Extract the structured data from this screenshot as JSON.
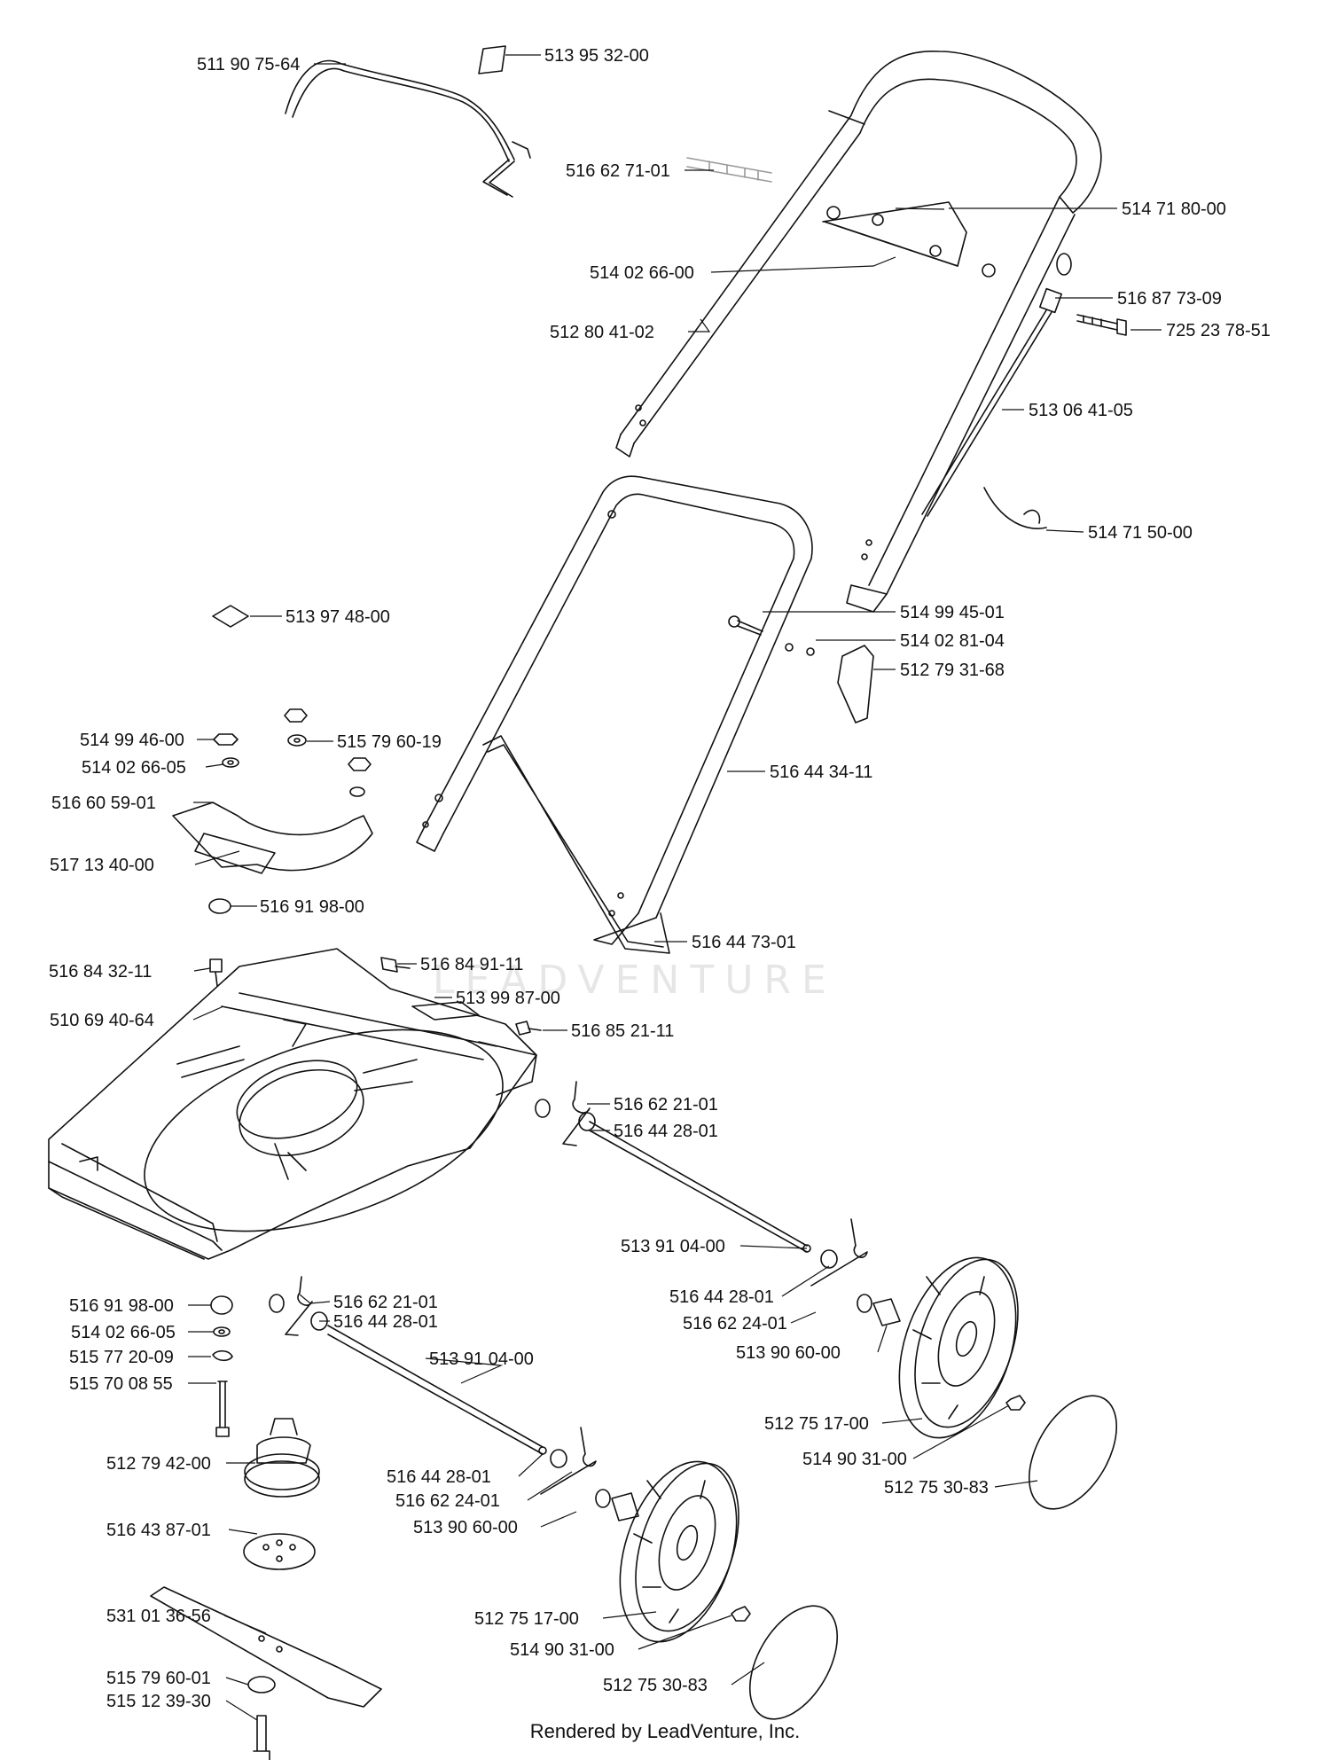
{
  "watermark": "LEADVENTURE",
  "footer": "Rendered by LeadVenture, Inc.",
  "parts": {
    "bail_handle": "511 90 75-64",
    "label_decal_top": "513 95 32-00",
    "pin": "516 62 71-01",
    "handle_screws": "514 71 80-00",
    "handle_bracket": "514 02 66-00",
    "upper_handle": "512 80 41-02",
    "cable_guide": "516 87 73-09",
    "handle_bolt": "725 23 78-51",
    "control_cable": "513 06 41-05",
    "cable_clip": "514 71 50-00",
    "decal_small": "513 97 48-00",
    "handle_bolt_b": "514 99 45-01",
    "washer_a": "514 02 81-04",
    "handle_knob": "512 79 31-68",
    "nut_a": "514 99 46-00",
    "washer_b": "515 79 60-19",
    "washer_c": "514 02 66-05",
    "deflector": "516 60 59-01",
    "deflector_decal": "517 13 40-00",
    "bushing_top": "516 91 98-00",
    "lower_handle": "516 44 34-11",
    "grass_rod": "516 44 73-01",
    "screw_left": "516 84 32-11",
    "screw_right": "516 84 91-11",
    "deck_decal": "513 99 87-00",
    "deck": "510 69 40-64",
    "screw_c": "516 85 21-11",
    "spring_front": "516 62 21-01",
    "washer_front": "516 44 28-01",
    "axle_front": "513 91 04-00",
    "washer_front_right": "516 44 28-01",
    "spring_front_right": "516 62 24-01",
    "bushing_front_right": "513 90 60-00",
    "wheel_front_right": "512 75 17-00",
    "nut_front_right": "514 90 31-00",
    "hubcap_front_right": "512 75 30-83",
    "bushing_motor": "516 91 98-00",
    "washer_motor": "514 02 66-05",
    "lockwasher_motor": "515 77 20-09",
    "bolt_motor": "515 70 08 55",
    "spring_rear": "516 62 21-01",
    "washer_rear": "516 44 28-01",
    "axle_rear": "513 91 04-00",
    "motor": "512 79 42-00",
    "washer_rear_right": "516 44 28-01",
    "spring_rear_right": "516 62 24-01",
    "blade_adapter": "516 43 87-01",
    "bushing_rear_right": "513 90 60-00",
    "blade": "531 01 36-56",
    "wheel_rear_right": "512 75 17-00",
    "blade_washer": "515 79 60-01",
    "nut_rear_right": "514 90 31-00",
    "blade_bolt": "515 12 39-30",
    "hubcap_rear_right": "512 75 30-83"
  }
}
